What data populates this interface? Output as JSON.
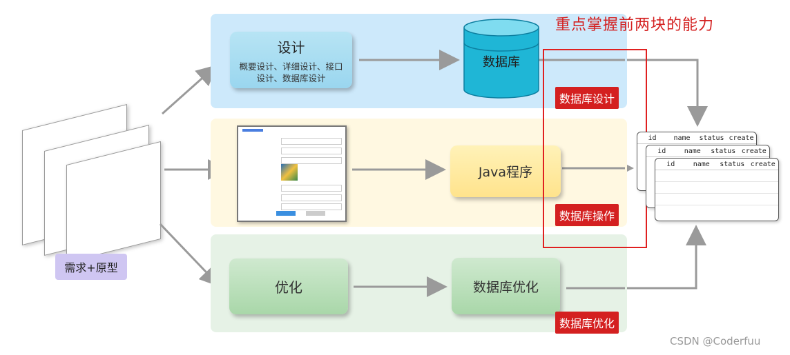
{
  "headline": "重点掌握前两块的能力",
  "requirement_label": "需求+原型",
  "design_card": {
    "title": "设计",
    "subtitle": "概要设计、详细设计、接口设计、数据库设计"
  },
  "database_label": "数据库",
  "java_card": "Java程序",
  "optimize_card": "优化",
  "db_optimize_card": "数据库优化",
  "tags": {
    "db_design": "数据库设计",
    "db_operation": "数据库操作",
    "db_optimize": "数据库优化"
  },
  "table_headers": [
    "id",
    "name",
    "status",
    "create"
  ],
  "watermark": "CSDN @Coderfuu",
  "colors": {
    "accent_red": "#d42020",
    "panel_blue": "#cde9fb",
    "panel_yellow": "#fff8e1",
    "panel_green": "#e6f2e6"
  }
}
